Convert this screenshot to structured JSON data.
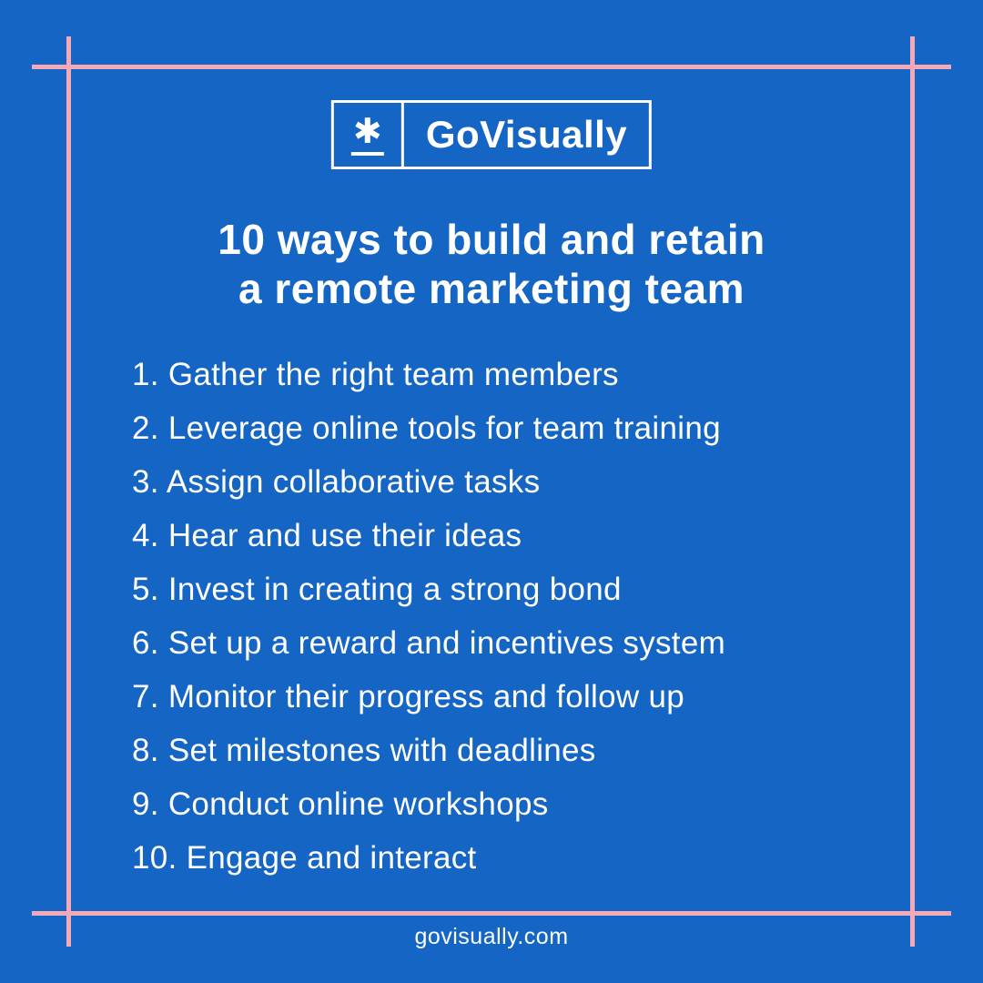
{
  "page": {
    "background_color": "#1565c4",
    "frame_color": "#f5a9b8",
    "text_color": "#ffffff"
  },
  "logo": {
    "brand": "GoVisually",
    "icon": "asterisk-icon",
    "asterisk_glyph": "✱"
  },
  "title": {
    "line1": "10 ways to build and retain",
    "line2": "a remote marketing team"
  },
  "list": {
    "items": [
      "1. Gather the right team members",
      "2. Leverage online tools for team training",
      "3. Assign collaborative tasks",
      "4. Hear and use their ideas",
      "5. Invest in creating a strong bond",
      "6. Set up a reward and incentives system",
      "7. Monitor their progress and follow up",
      "8. Set milestones with deadlines",
      "9. Conduct online workshops",
      "10. Engage and interact"
    ]
  },
  "footer": {
    "website": "govisually.com"
  }
}
